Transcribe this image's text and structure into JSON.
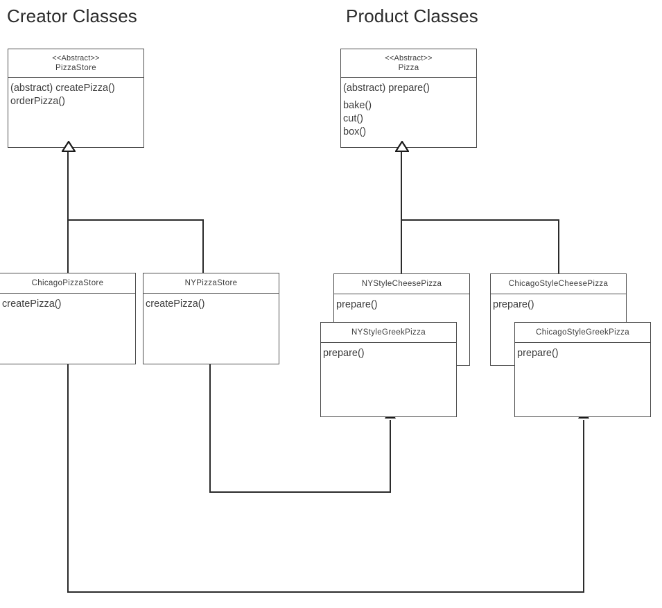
{
  "diagram": {
    "title_left": "Creator Classes",
    "title_right": "Product Classes"
  },
  "classes": {
    "pizza_store": {
      "stereotype": "<<Abstract>>",
      "name": "PizzaStore",
      "methods": [
        "(abstract) createPizza()",
        "orderPizza()"
      ]
    },
    "pizza": {
      "stereotype": "<<Abstract>>",
      "name": "Pizza",
      "methods": [
        "(abstract) prepare()",
        "bake()",
        "cut()",
        "box()"
      ]
    },
    "chicago_pizza_store": {
      "name": "ChicagoPizzaStore",
      "methods": [
        "createPizza()"
      ]
    },
    "ny_pizza_store": {
      "name": "NYPizzaStore",
      "methods": [
        "createPizza()"
      ]
    },
    "ny_style_cheese_pizza": {
      "name": "NYStyleCheesePizza",
      "methods": [
        "prepare()"
      ]
    },
    "ny_style_greek_pizza": {
      "name": "NYStyleGreekPizza",
      "methods": [
        "prepare()"
      ]
    },
    "chicago_style_cheese_pizza": {
      "name": "ChicagoStyleCheesePizza",
      "methods": [
        "prepare()"
      ]
    },
    "chicago_style_greek_pizza": {
      "name": "ChicagoStyleGreekPizza",
      "methods": [
        "prepare()"
      ]
    }
  },
  "colors": {
    "box_border": "#4d4d4d",
    "connector": "#2b2b2b",
    "text": "#3c3c3c",
    "title_text": "#2b2b2b",
    "background": "#ffffff"
  },
  "relationships": [
    {
      "type": "inheritance",
      "from": "ChicagoPizzaStore",
      "to": "PizzaStore"
    },
    {
      "type": "inheritance",
      "from": "NYPizzaStore",
      "to": "PizzaStore"
    },
    {
      "type": "inheritance",
      "from": "NYStyleCheesePizza",
      "to": "Pizza"
    },
    {
      "type": "inheritance",
      "from": "ChicagoStyleCheesePizza",
      "to": "Pizza"
    },
    {
      "type": "dependency",
      "from": "NYPizzaStore",
      "to": "NYStyleGreekPizza"
    },
    {
      "type": "dependency",
      "from": "ChicagoPizzaStore",
      "to": "ChicagoStyleGreekPizza"
    }
  ]
}
